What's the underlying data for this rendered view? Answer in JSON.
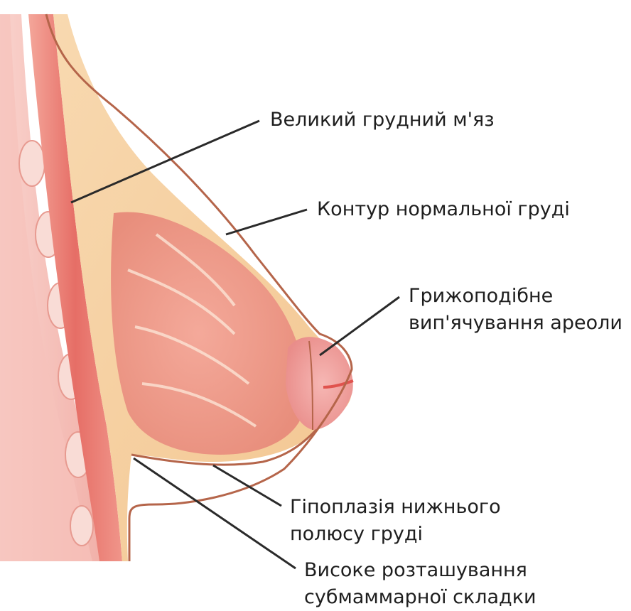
{
  "labels": {
    "pectoral": "Великий грудний м'яз",
    "contour": "Контур нормальної груді",
    "areola_1": "Грижоподібне",
    "areola_2": "вип'ячування ареоли",
    "hypoplasia_1": "Гіпоплазія нижнього",
    "hypoplasia_2": "полюсу груді",
    "fold_1": "Високе розташування",
    "fold_2": "субмаммарної складки"
  },
  "colors": {
    "skin_outline": "#b5654a",
    "leader_line": "#2a2a2a",
    "fat_tissue": "#f6cf9e",
    "gland_tissue": "#ef9c8c",
    "muscle": "#e77c72",
    "ribs": "#f2a8a2"
  }
}
